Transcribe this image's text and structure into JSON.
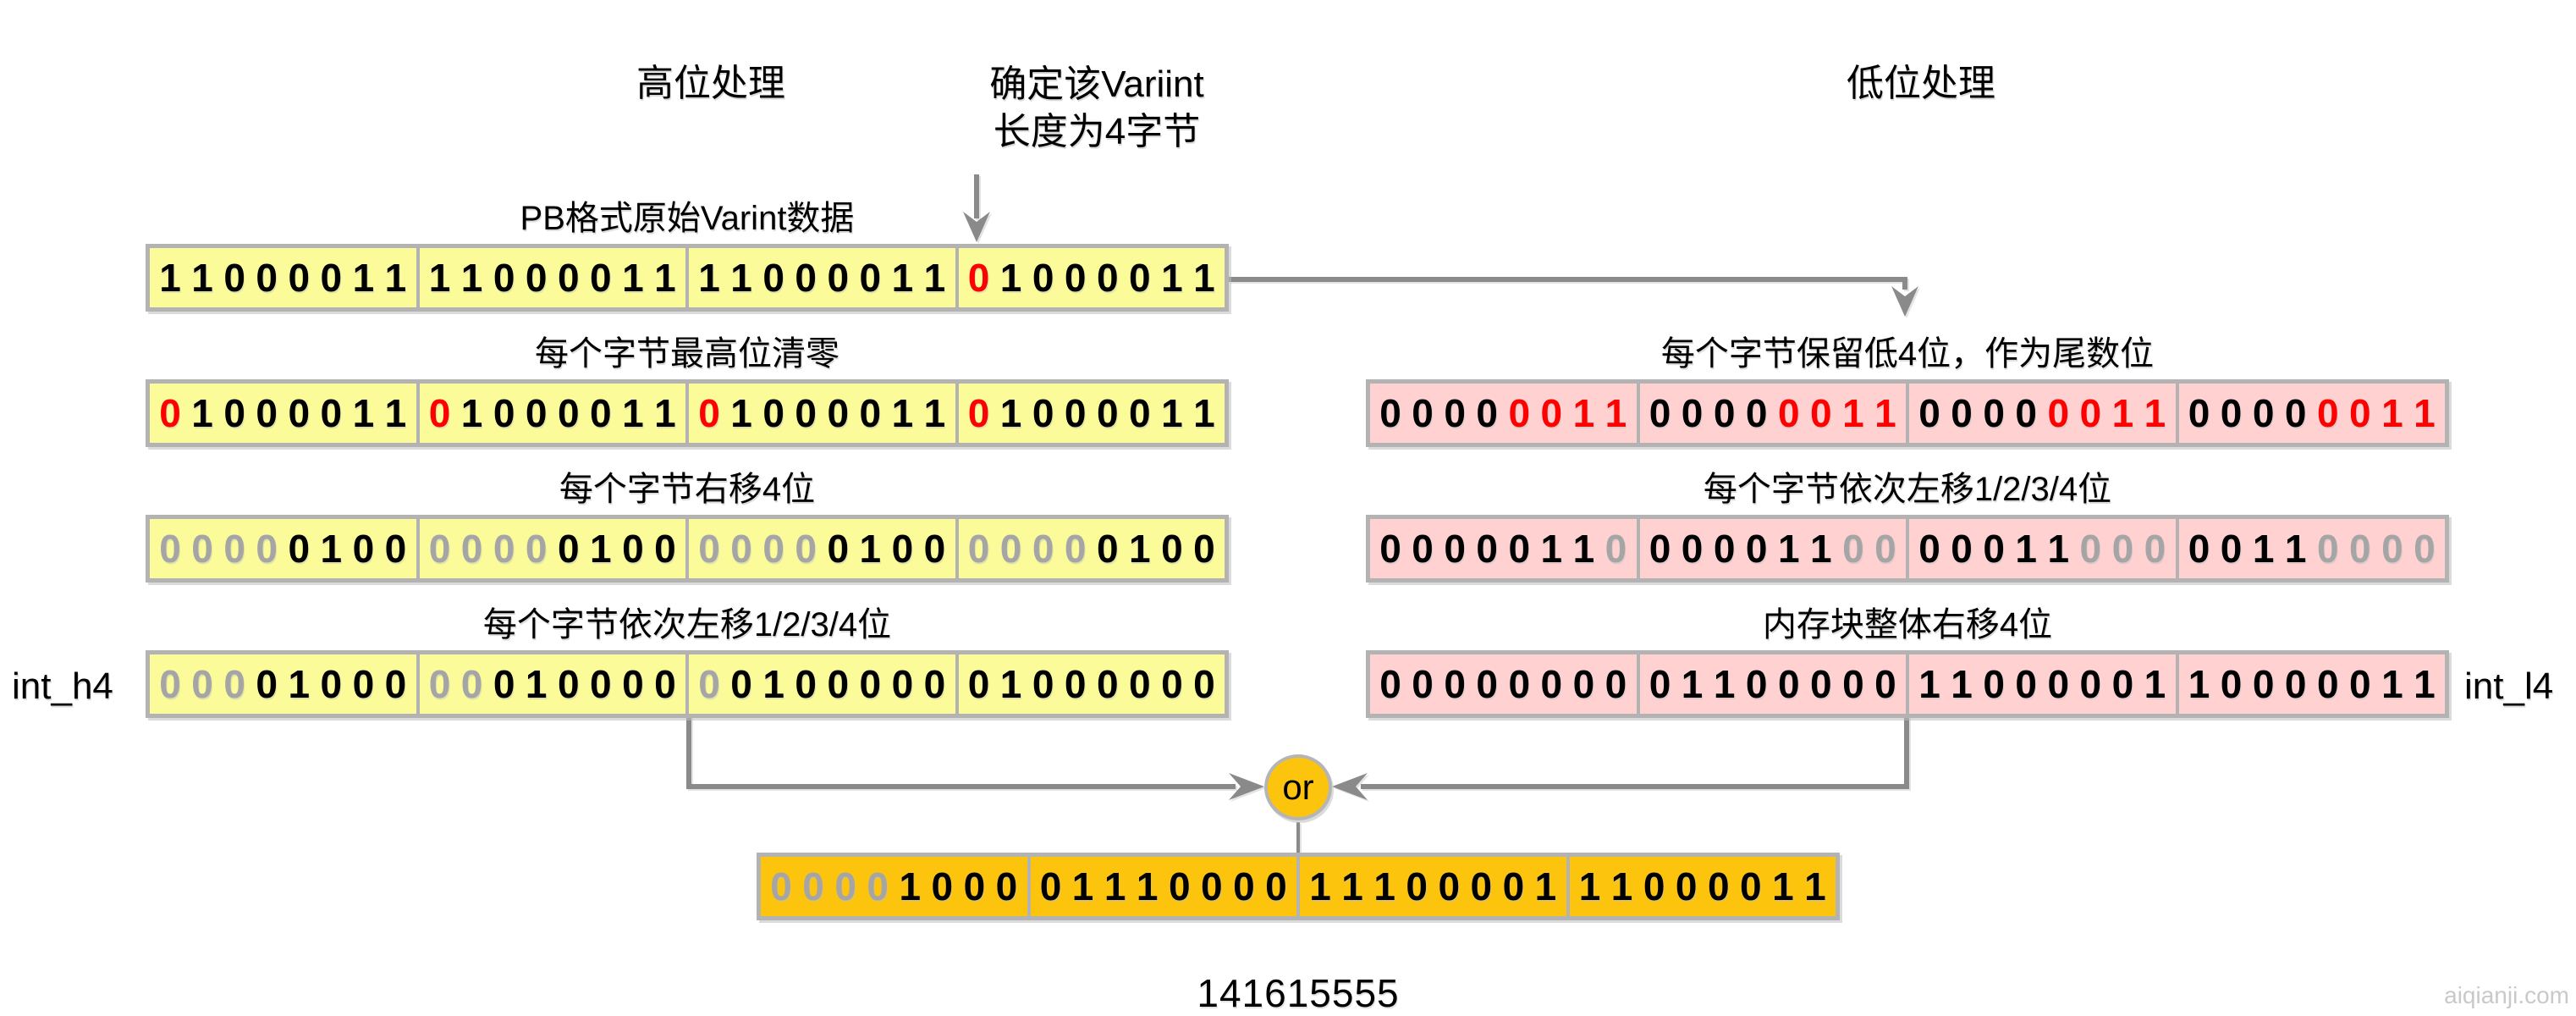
{
  "titles": {
    "high": "高位处理",
    "low": "低位处理"
  },
  "annotation": {
    "line1": "确定该Variint",
    "line2": "长度为4字节"
  },
  "left_rows": [
    {
      "label": "PB格式原始Varint数据",
      "bytes": [
        "11000011",
        "11000011",
        "11000011",
        "01000011"
      ],
      "colors": [
        "kkkkkkkk",
        "kkkkkkkk",
        "kkkkkkkk",
        "rkkkkkkk"
      ]
    },
    {
      "label": "每个字节最高位清零",
      "bytes": [
        "01000011",
        "01000011",
        "01000011",
        "01000011"
      ],
      "colors": [
        "rkkkkkkk",
        "rkkkkkkk",
        "rkkkkkkk",
        "rkkkkkkk"
      ]
    },
    {
      "label": "每个字节右移4位",
      "bytes": [
        "00000100",
        "00000100",
        "00000100",
        "00000100"
      ],
      "colors": [
        "ggggkkkk",
        "ggggkkkk",
        "ggggkkkk",
        "ggggkkkk"
      ]
    },
    {
      "label": "每个字节依次左移1/2/3/4位",
      "bytes": [
        "00001000",
        "00010000",
        "00100000",
        "01000000"
      ],
      "colors": [
        "gggkkkkk",
        "ggkkkkkk",
        "gkkkkkkk",
        "kkkkkkkk"
      ]
    }
  ],
  "right_rows": [
    {
      "label": "每个字节保留低4位，作为尾数位",
      "bytes": [
        "00000011",
        "00000011",
        "00000011",
        "00000011"
      ],
      "colors": [
        "kkkkrrrr",
        "kkkkrrrr",
        "kkkkrrrr",
        "kkkkrrrr"
      ]
    },
    {
      "label": "每个字节依次左移1/2/3/4位",
      "bytes": [
        "00000110",
        "00001100",
        "00011000",
        "00110000"
      ],
      "colors": [
        "kkkkkkkg",
        "kkkkkkgg",
        "kkkkkggg",
        "kkkkgggg"
      ]
    },
    {
      "label": "内存块整体右移4位",
      "bytes": [
        "00000000",
        "01100000",
        "11000001",
        "10000011"
      ],
      "colors": [
        "kkkkkkkk",
        "kkkkkkkk",
        "kkkkkkkk",
        "kkkkkkkk"
      ]
    }
  ],
  "result_row": {
    "bytes": [
      "00001000",
      "01110000",
      "11100001",
      "11000011"
    ],
    "colors": [
      "ggggkkkk",
      "kkkkkkkk",
      "kkkkkkkk",
      "kkkkkkkk"
    ]
  },
  "side_labels": {
    "left": "int_h4",
    "right": "int_l4"
  },
  "or_label": "or",
  "result_value": "141615555",
  "watermark": "aiqianji.com",
  "colors": {
    "yellow_fill": "#FBFB9A",
    "pink_fill": "#FFD1D1",
    "gold_fill": "#FCC40D",
    "red_digit": "#FD0000",
    "gray_digit": "#A5A5A5",
    "line_gray": "#8A8A8A",
    "border_gray": "#B3B3B3"
  }
}
